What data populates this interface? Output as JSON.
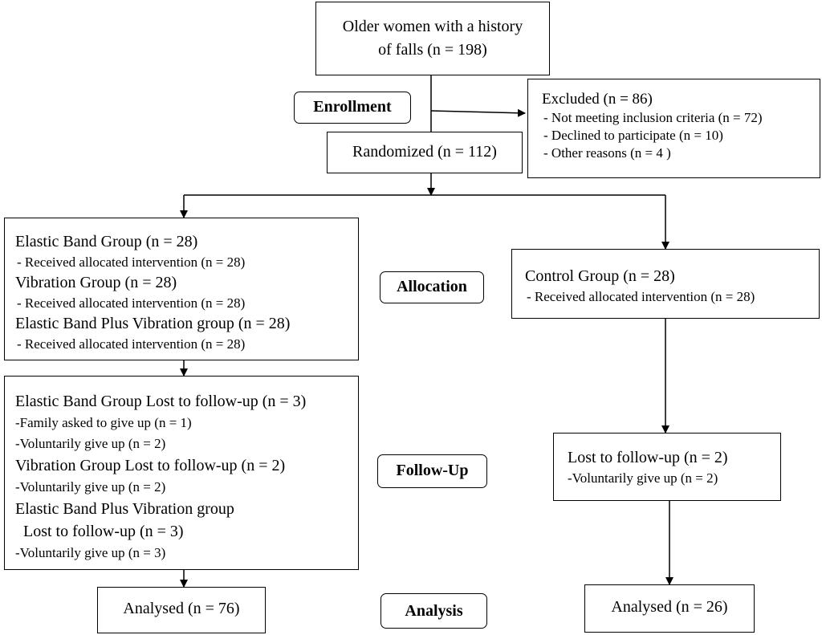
{
  "stages": {
    "enrollment": "Enrollment",
    "allocation": "Allocation",
    "follow_up": "Follow-Up",
    "analysis": "Analysis"
  },
  "top_box": {
    "line1": "Older women with a history",
    "line2": "of falls (n = 198)"
  },
  "excluded_box": {
    "title": "Excluded (n = 86)",
    "items": [
      "- Not meeting inclusion criteria (n = 72)",
      "- Declined to participate (n = 10)",
      "- Other reasons (n = 4 )"
    ]
  },
  "randomized_box": {
    "text": "Randomized (n = 112)"
  },
  "allocation_left": {
    "lines": [
      "Elastic Band Group (n = 28)",
      "- Received allocated intervention (n = 28)",
      "Vibration Group (n = 28)",
      "- Received allocated intervention (n = 28)",
      "Elastic Band Plus Vibration group (n = 28)",
      "- Received allocated intervention (n = 28)"
    ]
  },
  "allocation_right": {
    "lines": [
      "Control Group (n = 28)",
      "- Received allocated intervention (n = 28)"
    ]
  },
  "followup_left": {
    "lines": [
      "Elastic Band Group Lost to follow-up (n = 3)",
      "-Family asked to give up (n = 1)",
      "-Voluntarily give up (n = 2)",
      "Vibration Group Lost to follow-up (n = 2)",
      "-Voluntarily give up (n = 2)",
      "Elastic Band Plus Vibration group",
      "  Lost to follow-up (n = 3)",
      "-Voluntarily give up (n = 3)"
    ]
  },
  "followup_right": {
    "lines": [
      "Lost to follow-up (n = 2)",
      "-Voluntarily give up (n = 2)"
    ]
  },
  "analysed_left": {
    "text": "Analysed (n = 76)"
  },
  "analysed_right": {
    "text": "Analysed (n = 26)"
  }
}
